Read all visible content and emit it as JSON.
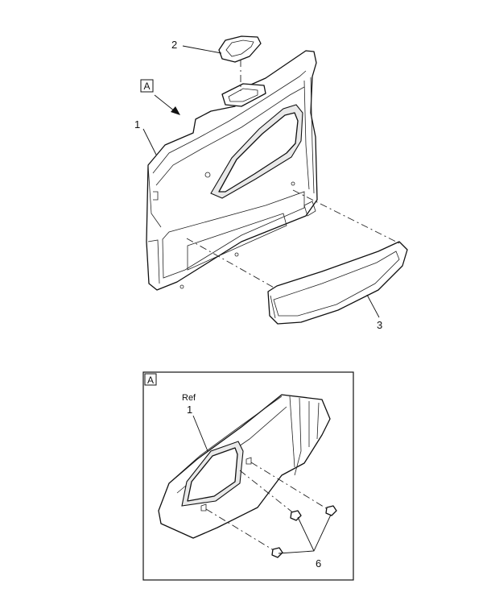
{
  "view_marker": "A",
  "callouts": {
    "c1": "1",
    "c2": "2",
    "c3": "3",
    "c6": "6"
  },
  "detail": {
    "box_label": "A",
    "ref_word": "Ref",
    "ref_number": "1"
  },
  "colors": {
    "line": "#111111",
    "shade": "#e9e9e9",
    "background": "#ffffff"
  }
}
